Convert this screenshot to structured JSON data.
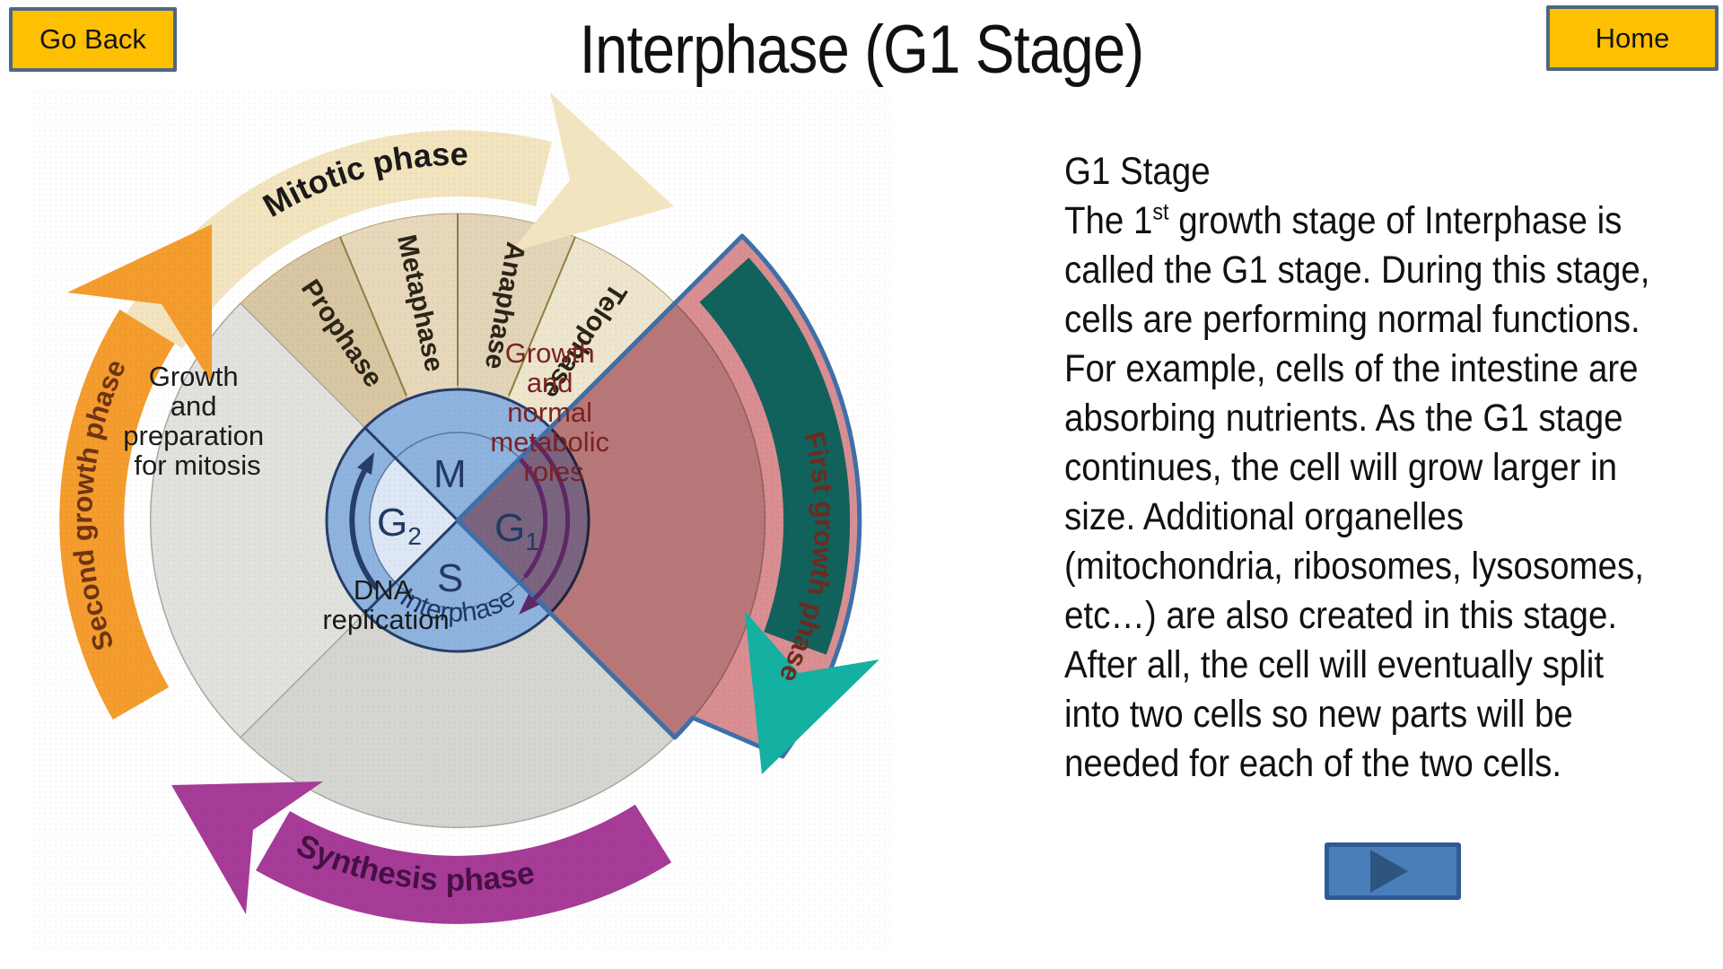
{
  "buttons": {
    "go_back": "Go Back",
    "home": "Home",
    "play_icon": "play-triangle"
  },
  "title": "Interphase (G1 Stage)",
  "panel": {
    "heading": "G1 Stage",
    "line2": {
      "pre": "The 1",
      "sup": "st",
      "post": " growth stage of Interphase is"
    },
    "lines": [
      "called the G1 stage. During this stage,",
      "cells are performing normal functions.",
      "For example, cells of the intestine are",
      "absorbing nutrients. As the G1 stage",
      "continues, the cell will grow larger in",
      "size. Additional organelles",
      "(mitochondria, ribosomes, lysosomes,",
      "etc…) are also created in this stage.",
      "After all, the cell will eventually split",
      "into two cells so new parts will be",
      "needed for each of the two cells."
    ]
  },
  "diagram": {
    "outer_arrows": {
      "mitotic": "Mitotic phase",
      "first_growth": "First growth phase",
      "synthesis": "Synthesis phase",
      "second_growth": "Second growth phase"
    },
    "wedges": [
      "Prophase",
      "Metaphase",
      "Anaphase",
      "Telophase"
    ],
    "quadrant_g2": [
      "Growth",
      "and",
      "preparation",
      "for mitosis"
    ],
    "quadrant_s": [
      "DNA",
      "replication"
    ],
    "quadrant_g1": [
      "Growth",
      "and",
      "normal",
      "metabolic",
      "roles"
    ],
    "inner": {
      "m": "M",
      "g2_main": "G",
      "g2_sub": "2",
      "g1_main": "G",
      "g1_sub": "1",
      "s": "S",
      "interphase": "Interphase"
    }
  },
  "colors": {
    "button_gold": "#FFC003",
    "button_border": "#4E6781",
    "play_fill": "#4A7EBA",
    "play_border": "#2F5A95",
    "cream_arrow": "#F2E4BE",
    "orange_arrow": "#F49C2D",
    "magenta_arrow": "#A63C97",
    "teal_arrow": "#14B0A1",
    "highlight_rose": "#D98E92",
    "highlight_border": "#3E6FA8",
    "inner_circle_blue": "#8FB3DF",
    "navy": "#263E68",
    "dark_red_text": "#7B2222"
  }
}
